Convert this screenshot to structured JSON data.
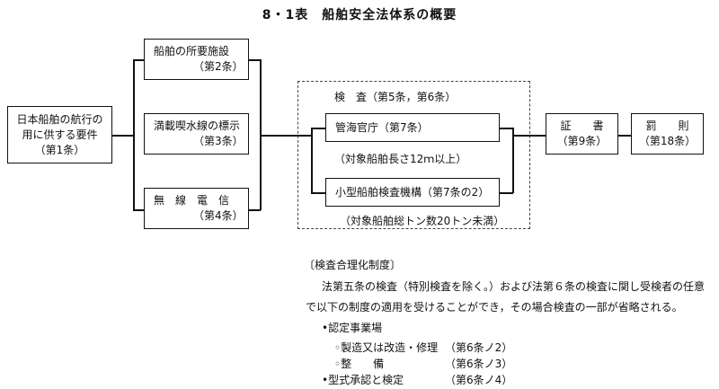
{
  "title": "8・1表　船舶安全法体系の概要",
  "diagram": {
    "root": {
      "line1": "日本船舶の航行の",
      "line2": "用に供する要件",
      "line3": "（第1条）"
    },
    "requirements": [
      {
        "label": "船舶の所要施設",
        "article": "（第2条）"
      },
      {
        "label": "満載喫水線の標示",
        "article": "（第3条）"
      },
      {
        "label": "無　線　電　信",
        "article": "（第4条）"
      }
    ],
    "inspection": {
      "title": "検　査（第5条，第6条）",
      "authority1": "管海官庁（第7条）",
      "authority1_note": "（対象船舶長さ12ｍ以上）",
      "authority2": "小型船舶検査機構（第7条の2）",
      "authority2_note": "（対象船舶総トン数20トン未満）"
    },
    "certificate": {
      "label": "証　　書",
      "article": "（第9条）"
    },
    "penalty": {
      "label": "罰　　則",
      "article": "（第18条）"
    }
  },
  "notes": {
    "heading": "〔検査合理化制度〕",
    "para1": "法第五条の検査（特別検査を除く。）および法第６条の検査に関し受検者の任意",
    "para2": "で以下の制度の適用を受けることができ，その場合検査の一部が省略される。",
    "item1": "•認定事業場",
    "item1a_label": "◦製造又は改造・修理",
    "item1a_ref": "（第6条ノ2）",
    "item1b_label": "◦整　　備",
    "item1b_ref": "（第6条ノ3）",
    "item2_label": "•型式承認と検定",
    "item2_ref": "（第6条ノ4）"
  }
}
